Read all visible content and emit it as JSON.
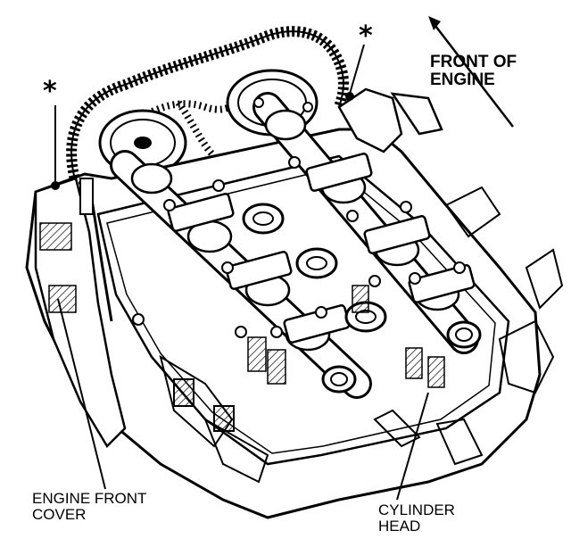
{
  "labels": {
    "front_of_engine_line1": "FRONT OF",
    "front_of_engine_line2": "ENGINE",
    "engine_front_cover_line1": "ENGINE FRONT",
    "engine_front_cover_line2": "COVER",
    "cylinder_head_line1": "CYLINDER",
    "cylinder_head_line2": "HEAD",
    "asterisk_left": "*",
    "asterisk_right": "*"
  },
  "colors": {
    "ink": "#000000",
    "paper": "#ffffff"
  }
}
